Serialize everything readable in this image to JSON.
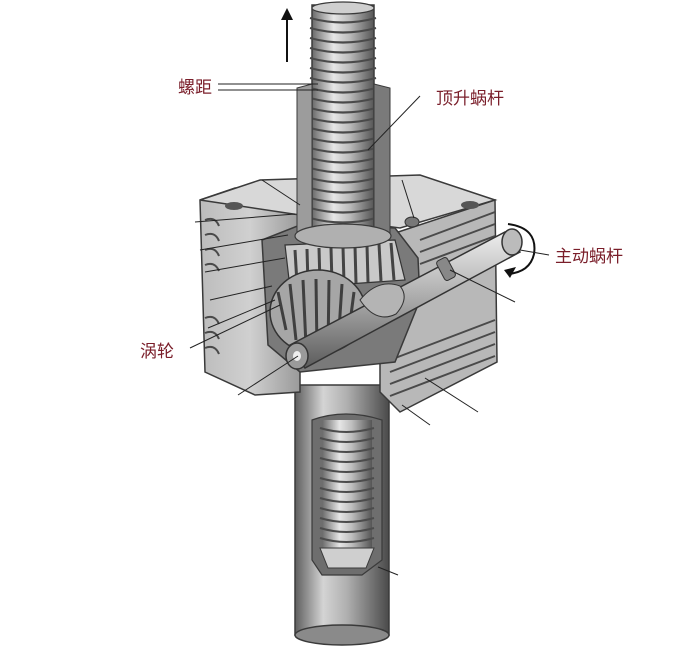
{
  "labels": {
    "pitch": "螺距",
    "lifting_screw": "顶升蜗杆",
    "drive_worm": "主动蜗杆",
    "worm_wheel": "涡轮"
  },
  "colors": {
    "label_text": "#7a1e2a",
    "metal_light": "#d9d9d9",
    "metal_mid": "#a8a8a8",
    "metal_dark": "#5a5a5a",
    "housing": "#c4c4c4",
    "housing_shadow": "#8e8e8e"
  },
  "icons": [
    "arrow-up-icon",
    "rotation-arrow-icon"
  ]
}
